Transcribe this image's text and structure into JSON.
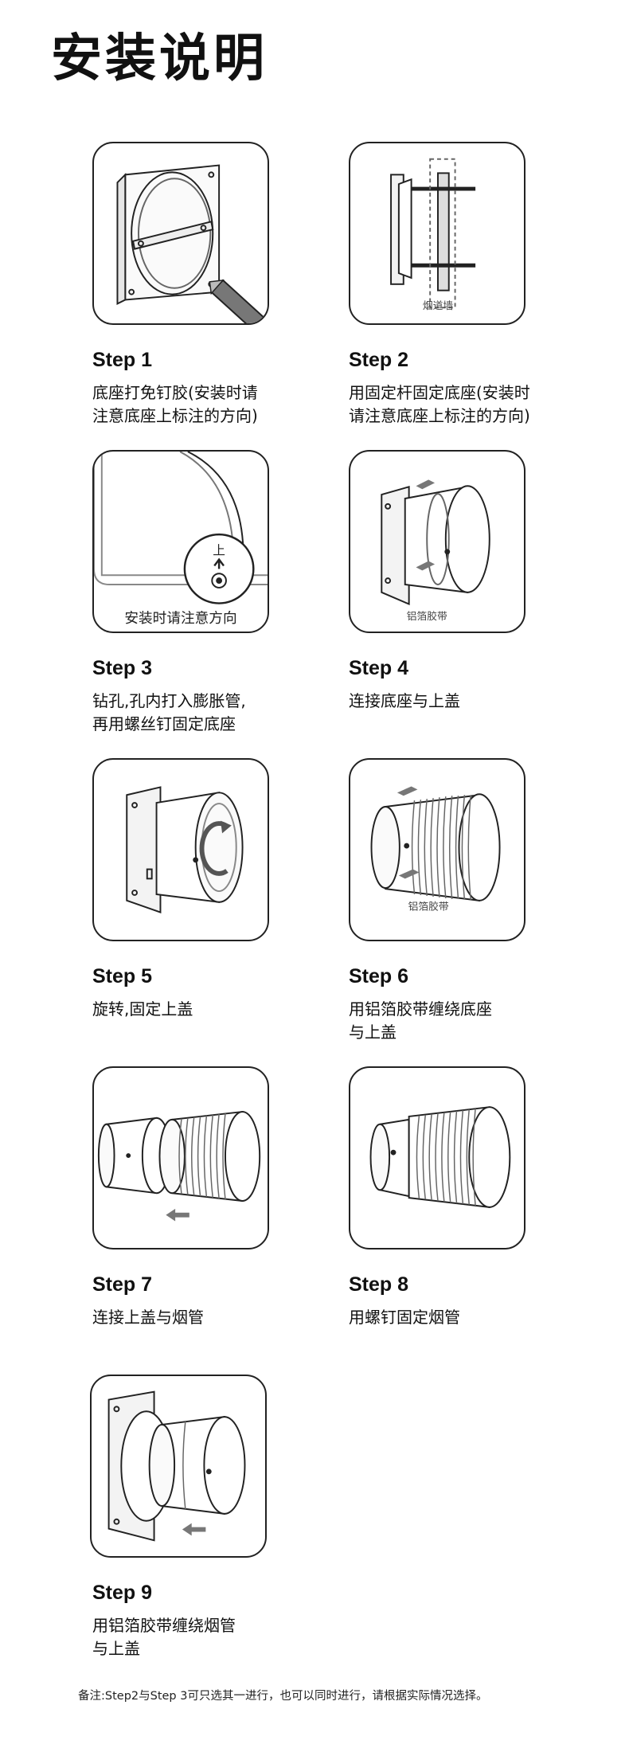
{
  "page": {
    "title": "安装说明"
  },
  "steps": [
    {
      "label": "Step 1",
      "desc": [
        "底座打免钉胶(安装时请",
        "注意底座上标注的方向)"
      ]
    },
    {
      "label": "Step 2",
      "desc": [
        "用固定杆固定底座(安装时",
        "请注意底座上标注的方向)"
      ],
      "illustration_text": "烟道墙"
    },
    {
      "label": "Step 3",
      "desc": [
        "钻孔,孔内打入膨胀管,",
        "再用螺丝钉固定底座"
      ],
      "illustration_text": "安装时请注意方向",
      "direction_mark": "上"
    },
    {
      "label": "Step 4",
      "desc": [
        "连接底座与上盖"
      ],
      "illustration_text": "铝箔胶带"
    },
    {
      "label": "Step 5",
      "desc": [
        "旋转,固定上盖"
      ]
    },
    {
      "label": "Step 6",
      "desc": [
        "用铝箔胶带缠绕底座",
        "与上盖"
      ],
      "illustration_text": "铝箔胶带"
    },
    {
      "label": "Step 7",
      "desc": [
        "连接上盖与烟管"
      ]
    },
    {
      "label": "Step 8",
      "desc": [
        "用螺钉固定烟管"
      ]
    },
    {
      "label": "Step 9",
      "desc": [
        "用铝箔胶带缠绕烟管",
        "与上盖"
      ]
    }
  ],
  "note": "备注:Step2与Step 3可只选其一进行，也可以同时进行，请根据实际情况选择。"
}
